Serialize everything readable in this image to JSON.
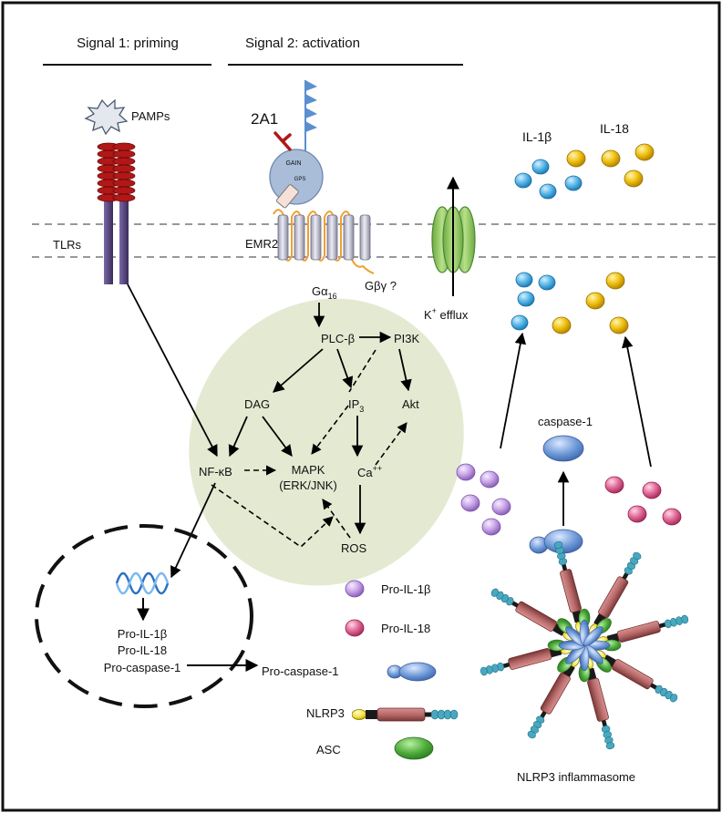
{
  "headers": {
    "signal1": "Signal 1: priming",
    "signal2": "Signal 2: activation"
  },
  "labels": {
    "pamps": "PAMPs",
    "tlrs": "TLRs",
    "emr2": "EMR2",
    "antibody": "2A1",
    "gain": "GAIN",
    "gps": "GPS",
    "g_alpha": "Gα",
    "g_alpha_sub": "16",
    "g_beta_gamma": "Gβγ ?",
    "k_efflux": "K",
    "k_sup": "+",
    "k_efflux_rest": " efflux",
    "il1b": "IL-1β",
    "il18": "IL-18",
    "plc": "PLC-β",
    "pi3k": "PI3K",
    "dag": "DAG",
    "ip3": "IP",
    "ip3_sub": "3",
    "akt": "Akt",
    "nfkb": "NF-κB",
    "mapk": "MAPK",
    "erk_jnk": "(ERK/JNK)",
    "ca": "Ca",
    "ca_sup": "++",
    "ros": "ROS",
    "caspase1": "caspase-1",
    "pro_il1b_nuc": "Pro-IL-1β",
    "pro_il18_nuc": "Pro-IL-18",
    "pro_casp_nuc": "Pro-caspase-1",
    "legend_pro_il1b": "Pro-IL-1β",
    "legend_pro_il18": "Pro-IL-18",
    "legend_pro_casp": "Pro-caspase-1",
    "legend_nlrp3": "NLRP3",
    "legend_asc": "ASC",
    "inflammasome": "NLRP3 inflammasome"
  },
  "colors": {
    "tlr_body": "#5a4a80",
    "tlr_disc": "#b01818",
    "cytoplasm": "#e4ead2",
    "il1b": "#58b6e8",
    "il18": "#f0c010",
    "pro_il1b": "#c8a2e8",
    "pro_il18": "#e06a98",
    "caspase": "#6a96d6",
    "channel": "#9ccd6a",
    "nlrp3_body": "#b86a6a",
    "asc": "#4aa838",
    "pyd": "#f2e040",
    "lrr": "#48a8c0"
  }
}
